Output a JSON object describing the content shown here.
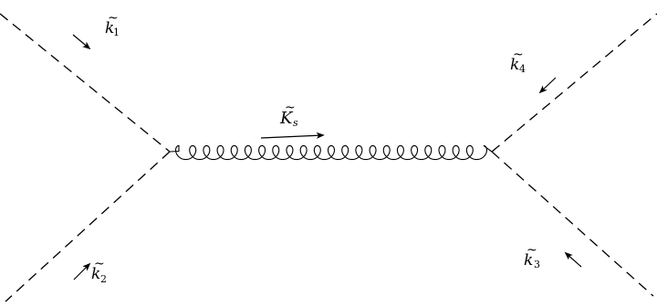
{
  "labels": {
    "k1": {
      "main": "k",
      "tilde": "~",
      "sub": "1"
    },
    "k2": {
      "main": "k",
      "tilde": "~",
      "sub": "2"
    },
    "k3": {
      "main": "k",
      "tilde": "~",
      "sub": "3"
    },
    "k4": {
      "main": "k",
      "tilde": "~",
      "sub": "4"
    },
    "Ks": {
      "main": "K",
      "tilde": "~",
      "sub": "s"
    }
  },
  "colors": {
    "line": "#000000"
  },
  "icons": {
    "arrow": "arrowhead-icon",
    "gluon": "gluon-coil"
  }
}
